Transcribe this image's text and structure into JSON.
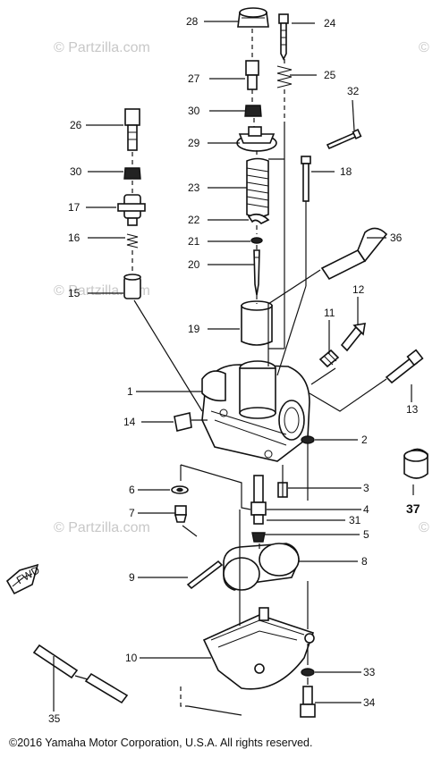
{
  "watermarks": [
    "© Partzilla.com",
    "© Partzilla.com",
    "© Partzilla.com",
    "©",
    "©"
  ],
  "callouts": {
    "c1": "1",
    "c2": "2",
    "c3": "3",
    "c4": "4",
    "c5": "5",
    "c6": "6",
    "c7": "7",
    "c8": "8",
    "c9": "9",
    "c10": "10",
    "c11": "11",
    "c12": "12",
    "c13": "13",
    "c14": "14",
    "c15": "15",
    "c16": "16",
    "c17": "17",
    "c18": "18",
    "c19": "19",
    "c20": "20",
    "c21": "21",
    "c22": "22",
    "c23": "23",
    "c24": "24",
    "c25": "25",
    "c26": "26",
    "c27": "27",
    "c28": "28",
    "c29": "29",
    "c30a": "30",
    "c30b": "30",
    "c31": "31",
    "c32": "32",
    "c33": "33",
    "c34": "34",
    "c35": "35",
    "c36": "36",
    "c37": "37"
  },
  "fwd_label": "FWD",
  "copyright": "©2016  Yamaha Motor Corporation, U.S.A. All rights reserved."
}
